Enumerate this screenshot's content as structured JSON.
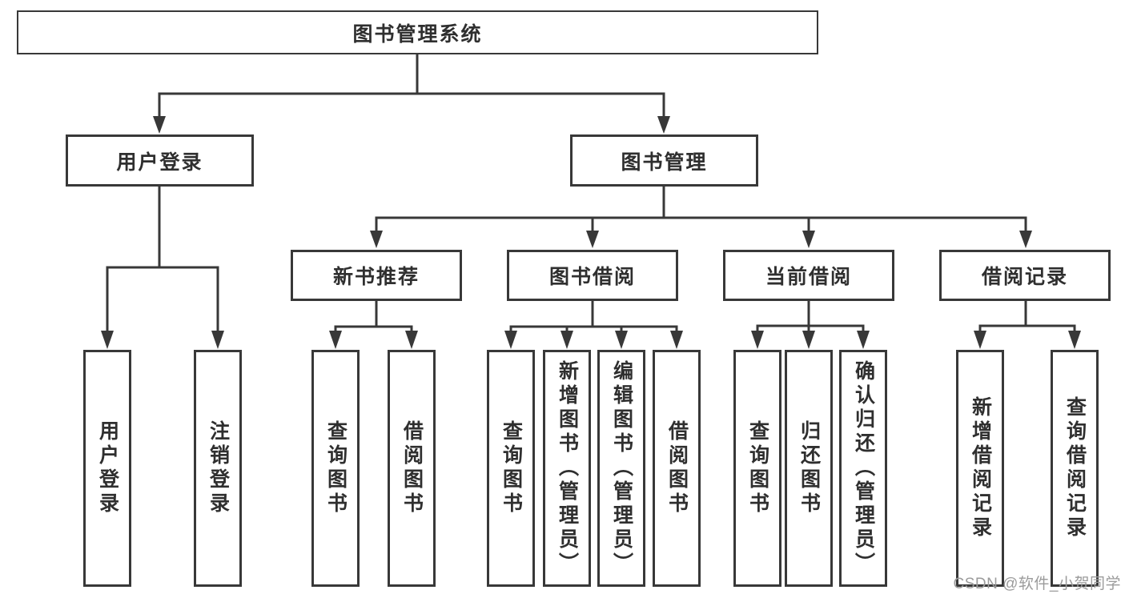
{
  "colors": {
    "background": "#ffffff",
    "line": "#383838",
    "box_border": "#383838",
    "text": "#2f2f2f",
    "watermark": "#9b9b9b"
  },
  "tree": {
    "root": "图书管理系统",
    "branches": [
      {
        "label": "用户登录",
        "leaves": [
          "用户登录",
          "注销登录"
        ]
      },
      {
        "label": "图书管理",
        "groups": [
          {
            "label": "新书推荐",
            "leaves": [
              "查询图书",
              "借阅图书"
            ]
          },
          {
            "label": "图书借阅",
            "leaves": [
              "查询图书",
              "新增图书（管理员）",
              "编辑图书（管理员）",
              "借阅图书"
            ]
          },
          {
            "label": "当前借阅",
            "leaves": [
              "查询图书",
              "归还图书",
              "确认归还（管理员）"
            ]
          },
          {
            "label": "借阅记录",
            "leaves": [
              "新增借阅记录",
              "查询借阅记录"
            ]
          }
        ]
      }
    ]
  },
  "watermark": {
    "text": "CSDN @软件_小贺同学"
  }
}
